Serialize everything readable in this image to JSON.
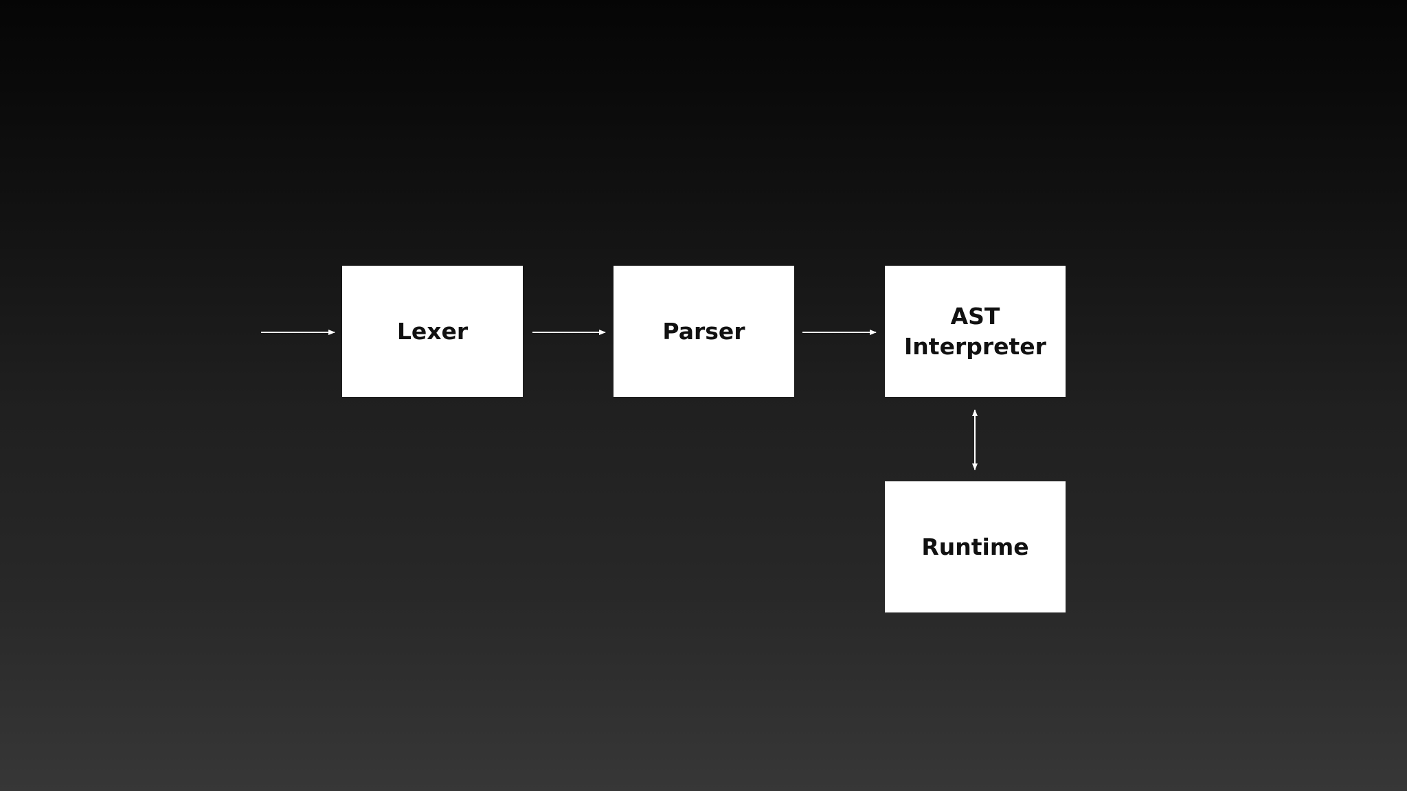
{
  "diagram": {
    "nodes": [
      {
        "id": "lexer",
        "label": "Lexer"
      },
      {
        "id": "parser",
        "label": "Parser"
      },
      {
        "id": "ast_interpreter",
        "label": "AST\nInterpreter"
      },
      {
        "id": "runtime",
        "label": "Runtime"
      }
    ],
    "edges": [
      {
        "from": "input",
        "to": "lexer",
        "direction": "forward"
      },
      {
        "from": "lexer",
        "to": "parser",
        "direction": "forward"
      },
      {
        "from": "parser",
        "to": "ast_interpreter",
        "direction": "forward"
      },
      {
        "from": "ast_interpreter",
        "to": "runtime",
        "direction": "bidirectional"
      }
    ],
    "colors": {
      "box_fill": "#ffffff",
      "box_text": "#111111",
      "arrow": "#ffffff"
    }
  }
}
